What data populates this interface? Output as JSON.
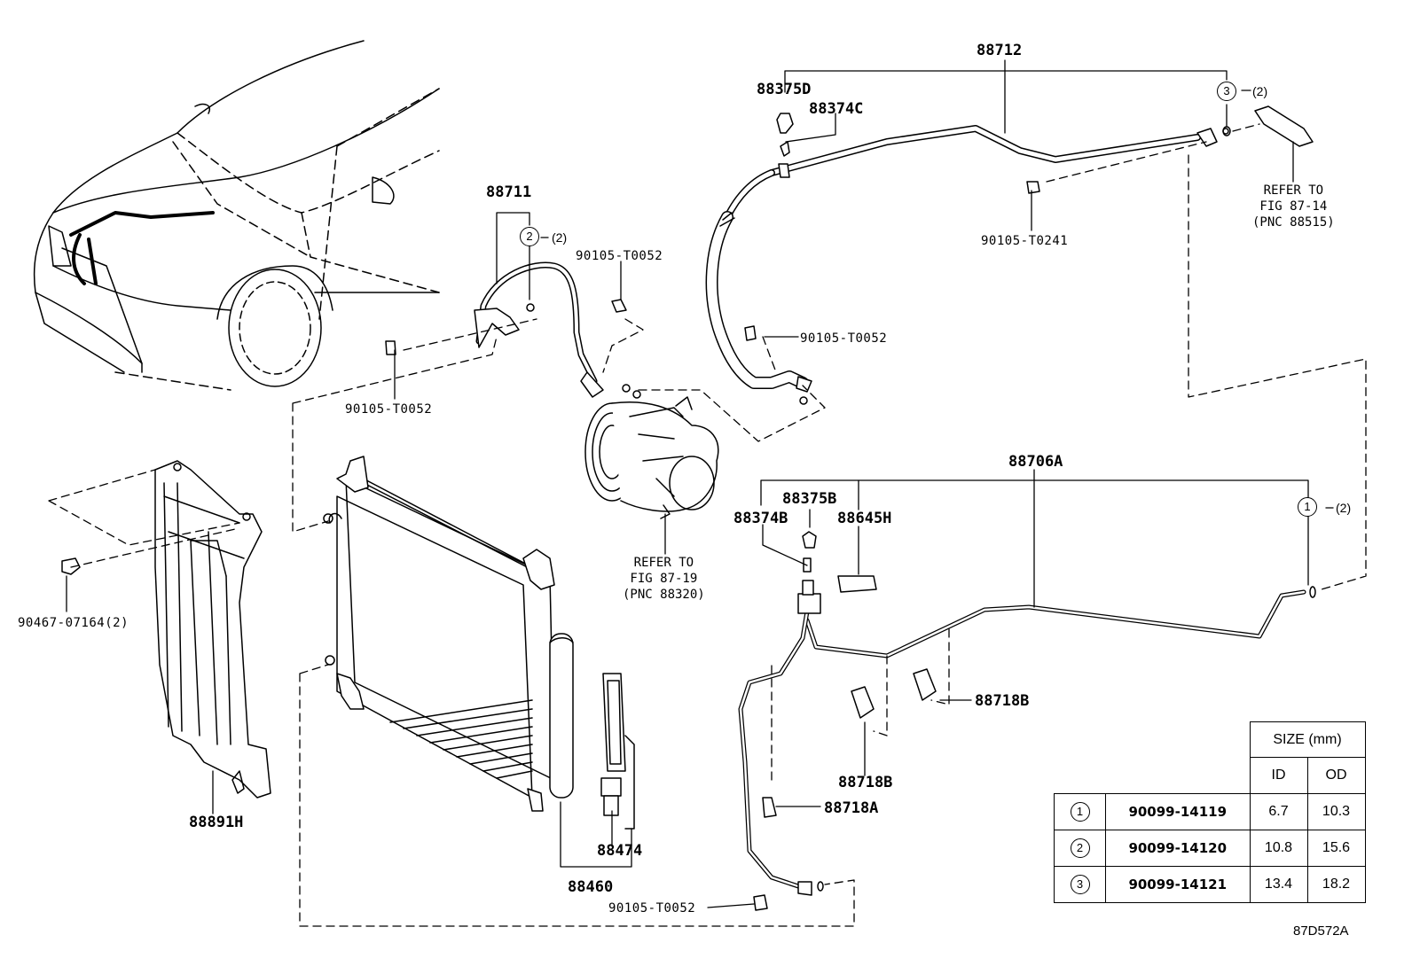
{
  "parts": {
    "p88712": "88712",
    "p88375D": "88375D",
    "p88374C": "88374C",
    "p88711": "88711",
    "p90105_T0052_a": "90105-T0052",
    "p90105_T0052_b": "90105-T0052",
    "p90105_T0052_c": "90105-T0052",
    "p90105_T0052_d": "90105-T0052",
    "p90105_T0241": "90105-T0241",
    "p88706A": "88706A",
    "p88375B": "88375B",
    "p88374B": "88374B",
    "p88645H": "88645H",
    "p90467": "90467-07164(2)",
    "p88718B_a": "88718B",
    "p88718B_b": "88718B",
    "p88718A": "88718A",
    "p88891H": "88891H",
    "p88474": "88474",
    "p88460": "88460"
  },
  "references": {
    "ref1": [
      "REFER TO",
      "FIG 87-14",
      "(PNC 88515)"
    ],
    "ref2": [
      "REFER TO",
      "FIG 87-19",
      "(PNC 88320)"
    ]
  },
  "callouts": {
    "c1": {
      "num": "1",
      "qty": "(2)"
    },
    "c2": {
      "num": "2",
      "qty": "(2)"
    },
    "c3": {
      "num": "3",
      "qty": "(2)"
    }
  },
  "size_table": {
    "header": "SIZE (mm)",
    "col_id": "ID",
    "col_od": "OD",
    "rows": [
      {
        "num": "1",
        "part": "90099-14119",
        "id": "6.7",
        "od": "10.3"
      },
      {
        "num": "2",
        "part": "90099-14120",
        "id": "10.8",
        "od": "15.6"
      },
      {
        "num": "3",
        "part": "90099-14121",
        "id": "13.4",
        "od": "18.2"
      }
    ]
  },
  "figure_code": "87D572A"
}
